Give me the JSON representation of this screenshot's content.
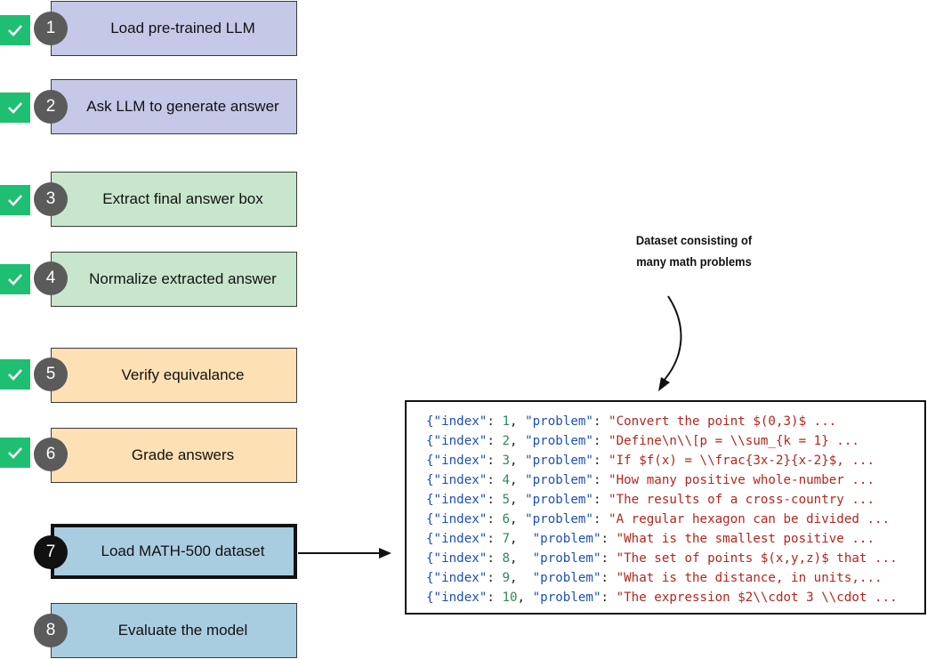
{
  "steps": [
    {
      "number": "1",
      "label": "Load pre-trained LLM",
      "completed": true,
      "color": "#c6c8e8"
    },
    {
      "number": "2",
      "label": "Ask LLM to generate answer",
      "completed": true,
      "color": "#c6c8e8"
    },
    {
      "number": "3",
      "label": "Extract final answer box",
      "completed": true,
      "color": "#c8e6cc"
    },
    {
      "number": "4",
      "label": "Normalize extracted answer",
      "completed": true,
      "color": "#c8e6cc"
    },
    {
      "number": "5",
      "label": "Verify equivalance",
      "completed": true,
      "color": "#fde0b4"
    },
    {
      "number": "6",
      "label": "Grade answers",
      "completed": true,
      "color": "#fde0b4"
    },
    {
      "number": "7",
      "label": "Load MATH-500 dataset",
      "completed": false,
      "highlighted": true,
      "color": "#a9cde0"
    },
    {
      "number": "8",
      "label": "Evaluate the model",
      "completed": false,
      "color": "#a9cde0"
    }
  ],
  "annotation": {
    "line1": "Dataset consisting of",
    "line2": "many math problems"
  },
  "dataset": {
    "rows": [
      {
        "index_key": "{\"index\"",
        "index_val": "1",
        "problem_key": "\"problem\"",
        "problem_text": "\"Convert the point $(0,3)$ ..."
      },
      {
        "index_key": "{\"index\"",
        "index_val": "2",
        "problem_key": "\"problem\"",
        "problem_text": "\"Define\\n\\\\[p = \\\\sum_{k = 1} ..."
      },
      {
        "index_key": "{\"index\"",
        "index_val": "3",
        "problem_key": "\"problem\"",
        "problem_text": "\"If $f(x) = \\\\frac{3x-2}{x-2}$, ..."
      },
      {
        "index_key": "{\"index\"",
        "index_val": "4",
        "problem_key": "\"problem\"",
        "problem_text": "\"How many positive whole-number ..."
      },
      {
        "index_key": "{\"index\"",
        "index_val": "5",
        "problem_key": "\"problem\"",
        "problem_text": "\"The results of a cross-country ..."
      },
      {
        "index_key": "{\"index\"",
        "index_val": "6",
        "problem_key": "\"problem\"",
        "problem_text": "\"A regular hexagon can be divided ..."
      },
      {
        "index_key": "{\"index\"",
        "index_val": "7",
        "problem_key": " \"problem\"",
        "problem_text": "\"What is the smallest positive ..."
      },
      {
        "index_key": "{\"index\"",
        "index_val": "8",
        "problem_key": " \"problem\"",
        "problem_text": "\"The set of points $(x,y,z)$ that ..."
      },
      {
        "index_key": "{\"index\"",
        "index_val": "9",
        "problem_key": " \"problem\"",
        "problem_text": "\"What is the distance, in units,..."
      },
      {
        "index_key": "{\"index\"",
        "index_val": "10",
        "problem_key": "\"problem\"",
        "problem_text": "\"The expression $2\\\\cdot 3 \\\\cdot ..."
      }
    ]
  },
  "icons": {
    "check": "checkmark-icon",
    "arrow": "arrow-right-icon",
    "curved_arrow": "curved-arrow-down-icon"
  }
}
